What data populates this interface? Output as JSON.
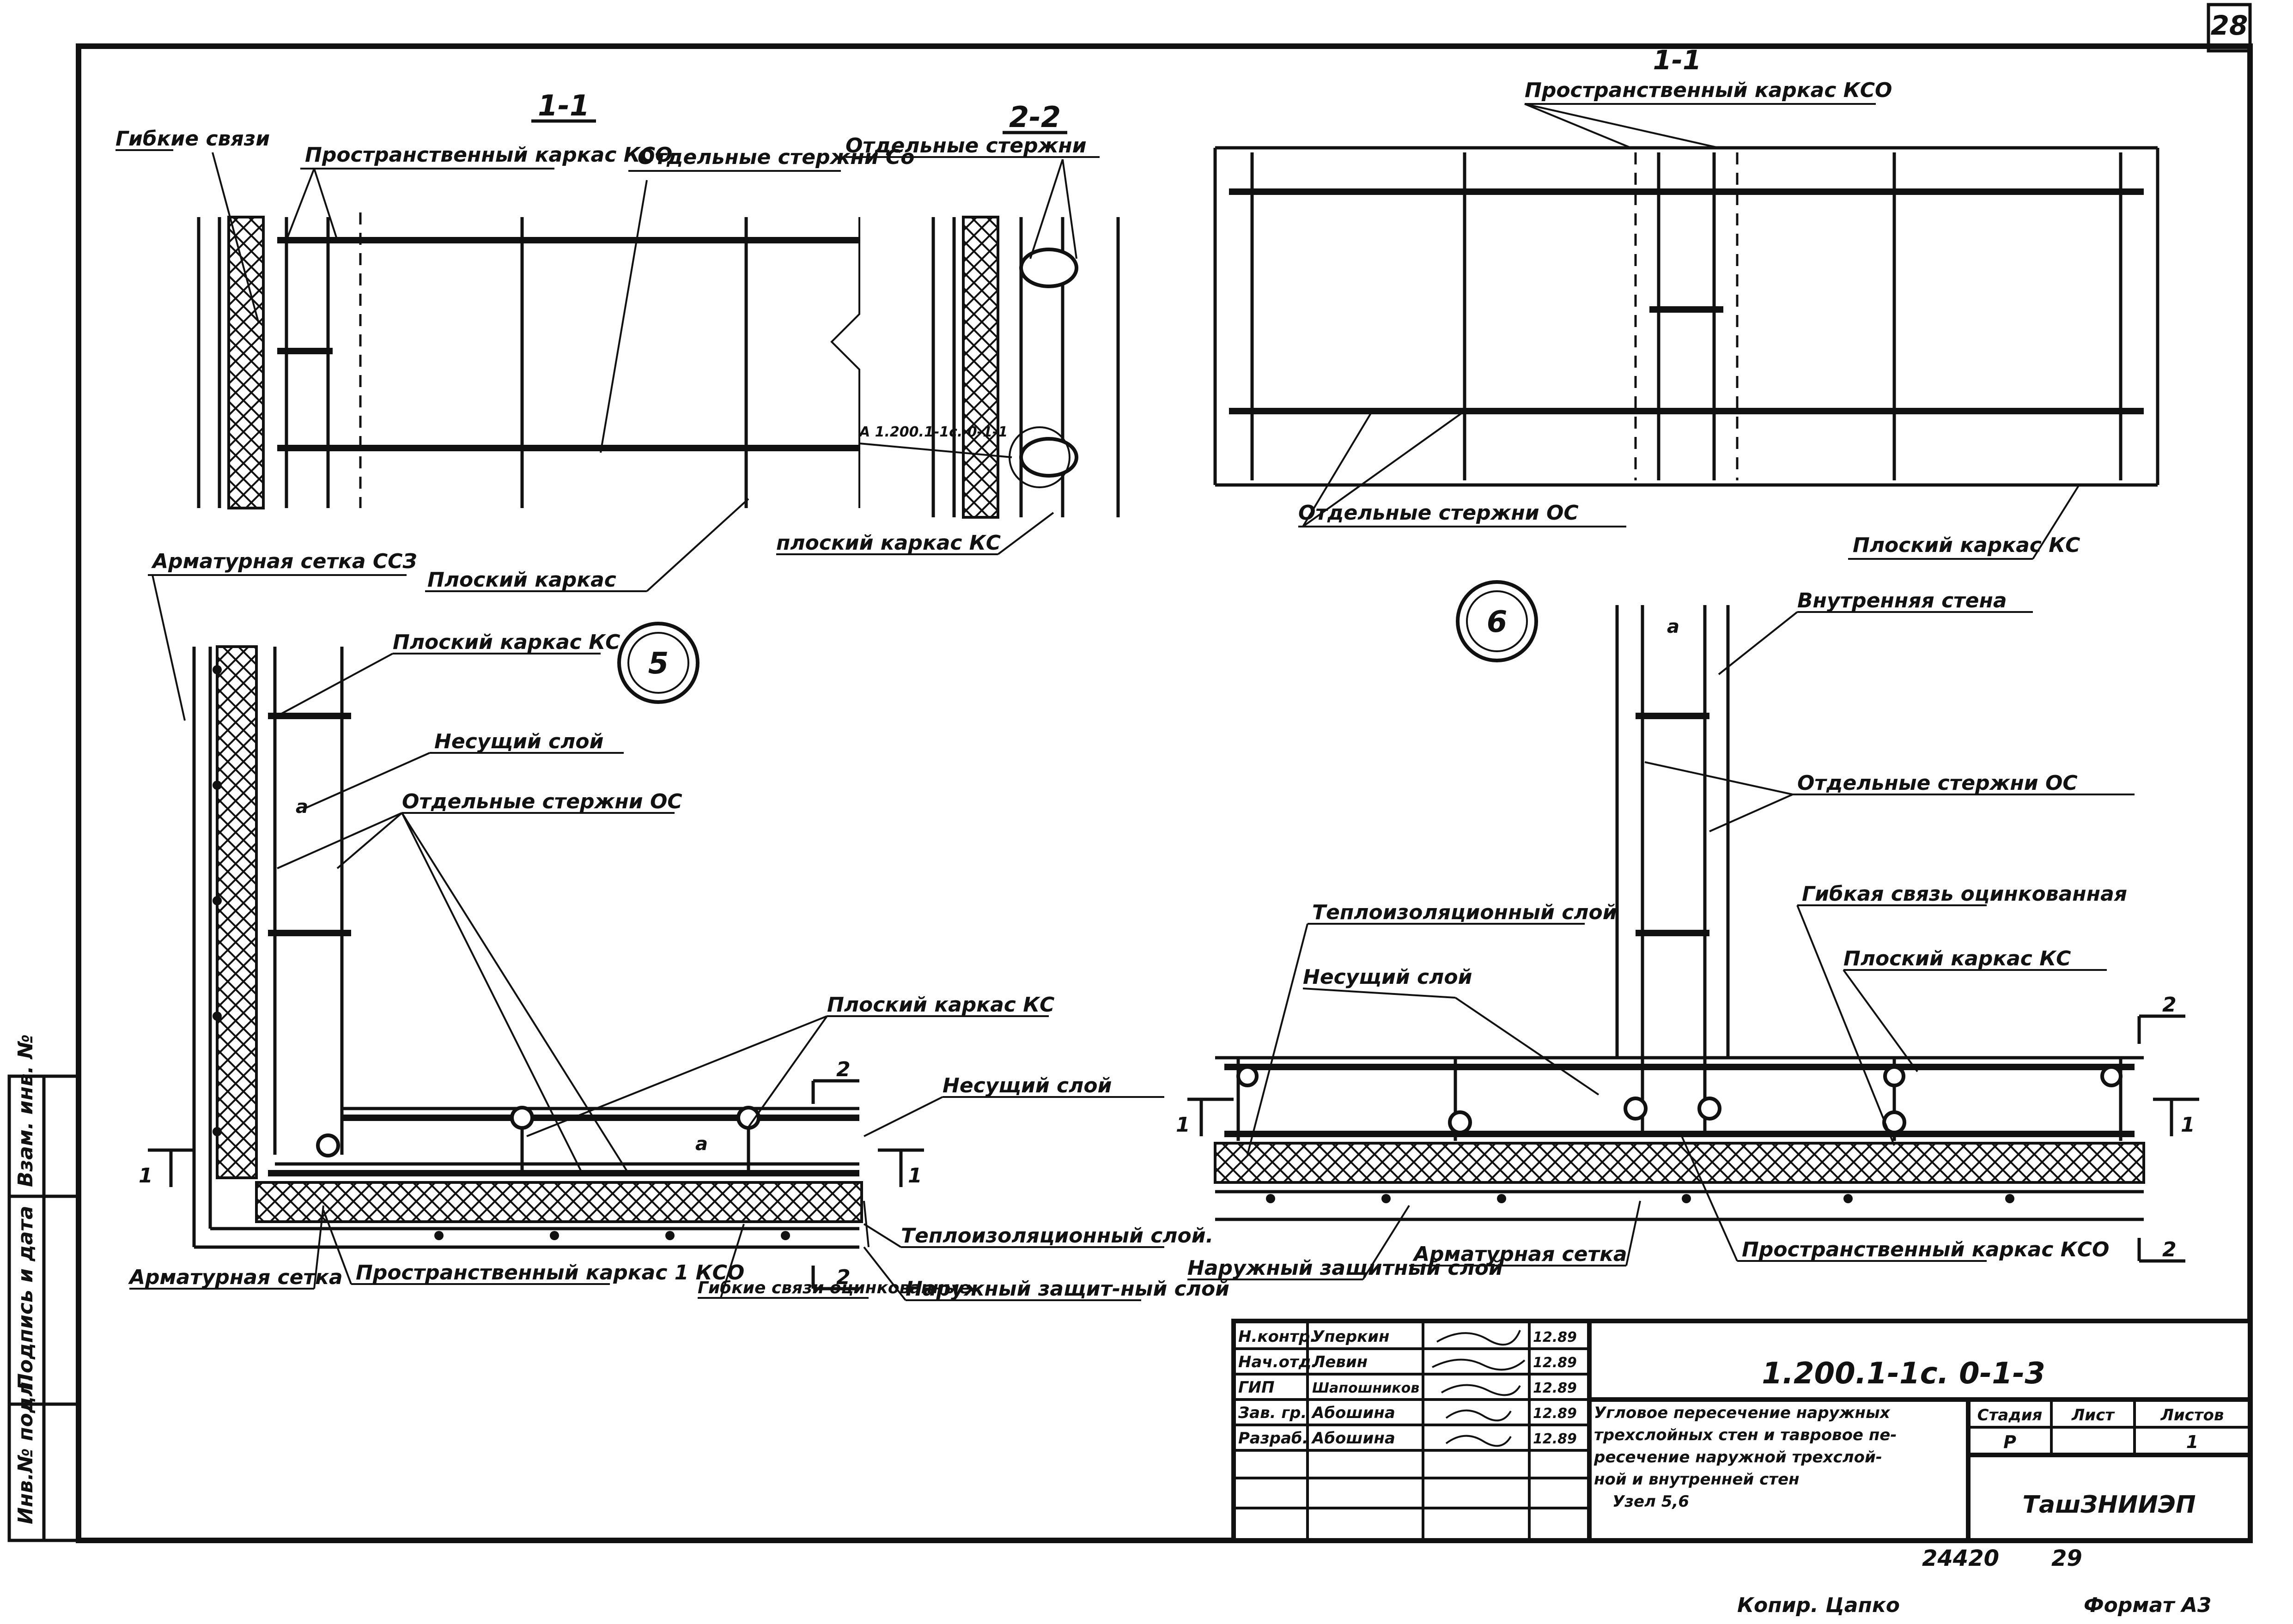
{
  "sheet_number": "28",
  "views": {
    "sec11_left": {
      "title": "1-1",
      "flex_ties": "Гибкие связи",
      "space_frame": "Пространственный каркас КСО",
      "separate_bars": "Отдельные стержни Со",
      "flat_frame": "Плоский каркас",
      "mesh": "Арматурная сетка ССЗ"
    },
    "sec22": {
      "title": "2-2",
      "separate_bars": "Отдельные стержни",
      "callout": "А 1.200.1-1с. 0-1-1",
      "flat_frame": "плоский каркас КС"
    },
    "sec11_right": {
      "title": "1-1",
      "space_frame": "Пространственный каркас КСО",
      "separate_bars": "Отдельные стержни ОС",
      "flat_frame": "Плоский каркас КС"
    },
    "node5": {
      "number": "5",
      "flat_frame_kc": "Плоский каркас КС",
      "bearing": "Несущий слой",
      "separate_bars": "Отдельные стержни ОС",
      "flat_frame_kc2": "Плоский каркас КС",
      "bearing2": "Несущий слой",
      "insulation": "Теплоизоляционный слой.",
      "outer": "Наружный защит-ный слой",
      "flex": "Гибкие связи оцинкованные",
      "space_frame": "Пространственный каркас 1 КСО",
      "mesh": "Арматурная сетка",
      "dim_a": "а",
      "cut1": "1",
      "cut2": "2"
    },
    "node6": {
      "number": "6",
      "inner_wall": "Внутренняя стена",
      "separate_bars": "Отдельные стержни ОС",
      "flex": "Гибкая связь оцинкованная",
      "flat_frame": "Плоский каркас КС",
      "insulation": "Теплоизоляционный слой",
      "bearing": "Несущий слой",
      "space_frame": "Пространственный каркас КСО",
      "mesh": "Арматурная сетка",
      "outer": "Наружный защитный слой",
      "dim_a": "а",
      "cut1": "1",
      "cut2": "2"
    }
  },
  "side_stamp": [
    "Инв.№ подл.",
    "Подпись и дата",
    "Взам. инв. №"
  ],
  "title_block": {
    "designation": "1.200.1-1с. 0-1-3",
    "roles": [
      {
        "role": "Н.контр.",
        "name": "Уперкин",
        "date": "12.89"
      },
      {
        "role": "Нач.отд.",
        "name": "Левин",
        "date": "12.89"
      },
      {
        "role": "ГИП",
        "name": "Шапошников",
        "date": "12.89"
      },
      {
        "role": "Зав. гр.",
        "name": "Абошина",
        "date": "12.89"
      },
      {
        "role": "Разраб.",
        "name": "Абошина",
        "date": "12.89"
      }
    ],
    "title_lines": [
      "Угловое пересечение наружных",
      "трехслойных стен и тавровое пе-",
      "ресечение наружной трехслой-",
      "ной и внутренней стен",
      "Узел 5,6"
    ],
    "stage_header": "Стадия",
    "sheet_header": "Лист",
    "sheets_header": "Листов",
    "stage": "Р",
    "sheet": "",
    "sheets": "1",
    "org": "ТашЗНИИЭП"
  },
  "footer": {
    "inv": "24420",
    "page": "29",
    "copied": "Копир. Цапко",
    "format": "Формат А3"
  }
}
